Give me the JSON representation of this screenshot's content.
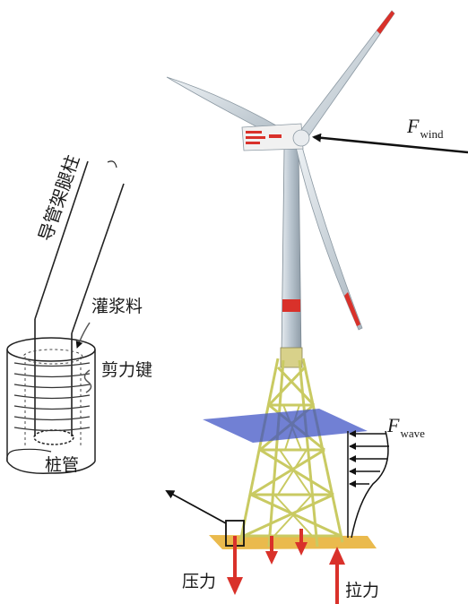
{
  "labels": {
    "leg": "导管架腿柱",
    "grout": "灌浆料",
    "shear_key": "剪力键",
    "pile": "桩管",
    "compression": "压力",
    "tension": "拉力"
  },
  "forces": {
    "wind": {
      "symbol": "F",
      "subscript": "wind"
    },
    "wave": {
      "symbol": "F",
      "subscript": "wave"
    }
  },
  "colors": {
    "arrow_red": "#d9312a",
    "wave_plane": "#3a4fc4",
    "seabed": "#e8b23a",
    "jacket": "#e6e87a",
    "tower": "#b9c7d2",
    "blade": "#c9d3da"
  }
}
